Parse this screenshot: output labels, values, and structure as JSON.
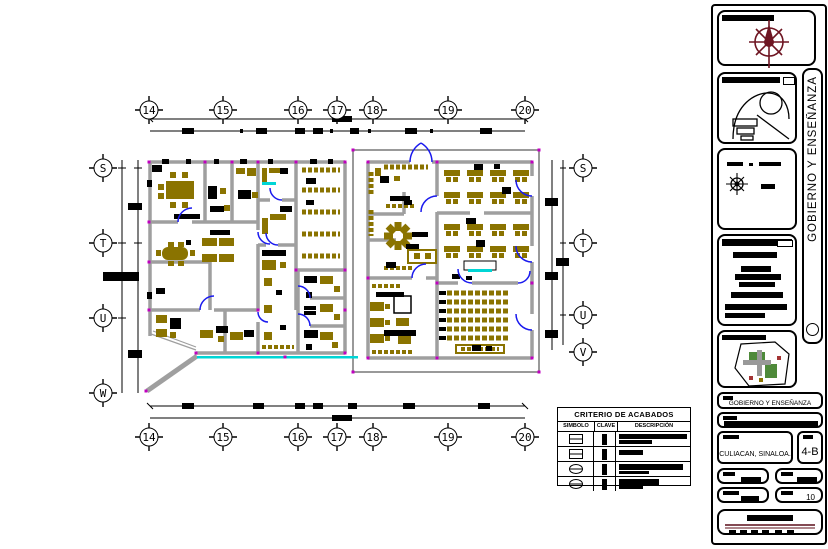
{
  "drawing": {
    "type": "architectural-floor-plan",
    "grid": {
      "columns": [
        "14",
        "15",
        "16",
        "17",
        "18",
        "19",
        "20"
      ],
      "left_rows": [
        "S",
        "T",
        "U",
        "W"
      ],
      "right_rows": [
        "S",
        "T",
        "U",
        "V"
      ]
    },
    "colors": {
      "wall_gray": "#9f9f9f",
      "furniture_olive": "#8a7300",
      "door_blue": "#1a1aee",
      "node_magenta": "#c000c0",
      "glass_cyan": "#00d5d5",
      "compass_maroon": "#6e1522",
      "scalebar_maroon": "#5c0f1a",
      "sitemap_green": "#4e8a3a"
    }
  },
  "legend": {
    "title": "CRITERIO DE ACABADOS",
    "headers": [
      "SIMBOLO",
      "CLAVE",
      "DESCRIPCIÓN"
    ],
    "rows": [
      {
        "symbol": "framed-rect"
      },
      {
        "symbol": "framed-rect"
      },
      {
        "symbol": "oval-line"
      },
      {
        "symbol": "oval-line"
      }
    ]
  },
  "title_block": {
    "side_text": "GOBIERNO Y ENSEÑANZA",
    "project_name": "GOBIERNO Y ENSEÑANZA",
    "location": "CULIACAN, SINALOA.",
    "sheet_code": "4-B",
    "sheet_number": "10",
    "icons": [
      "compass-rose",
      "architecture-logo",
      "mini-north",
      "site-map",
      "scale-bar"
    ]
  }
}
